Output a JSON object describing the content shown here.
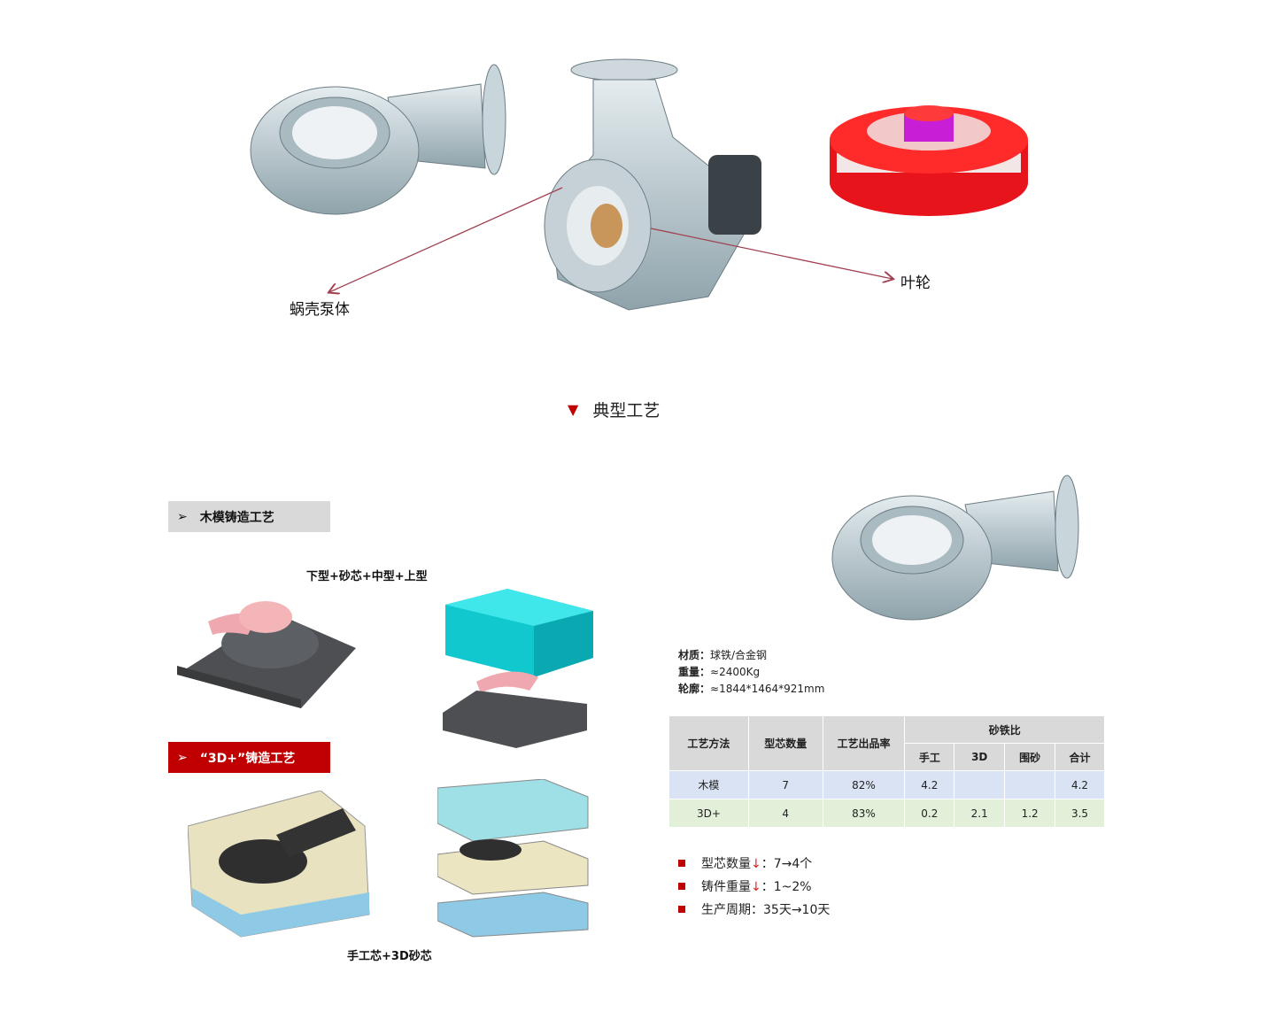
{
  "top": {
    "label_volute": "蜗壳泵体",
    "label_impeller": "叶轮"
  },
  "section_title": "典型工艺",
  "wood": {
    "header": "木模铸造工艺",
    "caption": "下型+砂芯+中型+上型"
  },
  "print3d": {
    "header": "“3D+”铸造工艺",
    "caption": "手工芯+3D砂芯"
  },
  "specs": [
    {
      "k": "材质：",
      "v": "球铁/合金钢"
    },
    {
      "k": "重量：",
      "v": "≈2400Kg"
    },
    {
      "k": "轮廓：",
      "v": "≈1844*1464*921mm"
    }
  ],
  "table": {
    "headers": [
      "工艺方法",
      "型芯数量",
      "工艺出品率",
      "砂铁比"
    ],
    "sub_headers": [
      "手工",
      "3D",
      "围砂",
      "合计"
    ],
    "rows": [
      [
        "木模",
        "7",
        "82%",
        "4.2",
        "",
        "",
        "4.2"
      ],
      [
        "3D+",
        "4",
        "83%",
        "0.2",
        "2.1",
        "1.2",
        "3.5"
      ]
    ]
  },
  "bullets": [
    {
      "a": "型芯数量",
      "arrow": "↓",
      "b": "：7→4个"
    },
    {
      "a": "铸件重量",
      "arrow": "↓",
      "b": "：1~2%"
    },
    {
      "a": "生产周期：35天→10天",
      "arrow": "",
      "b": ""
    }
  ],
  "colors": {
    "accent": "#c00000",
    "gray": "#d9d9d9"
  }
}
